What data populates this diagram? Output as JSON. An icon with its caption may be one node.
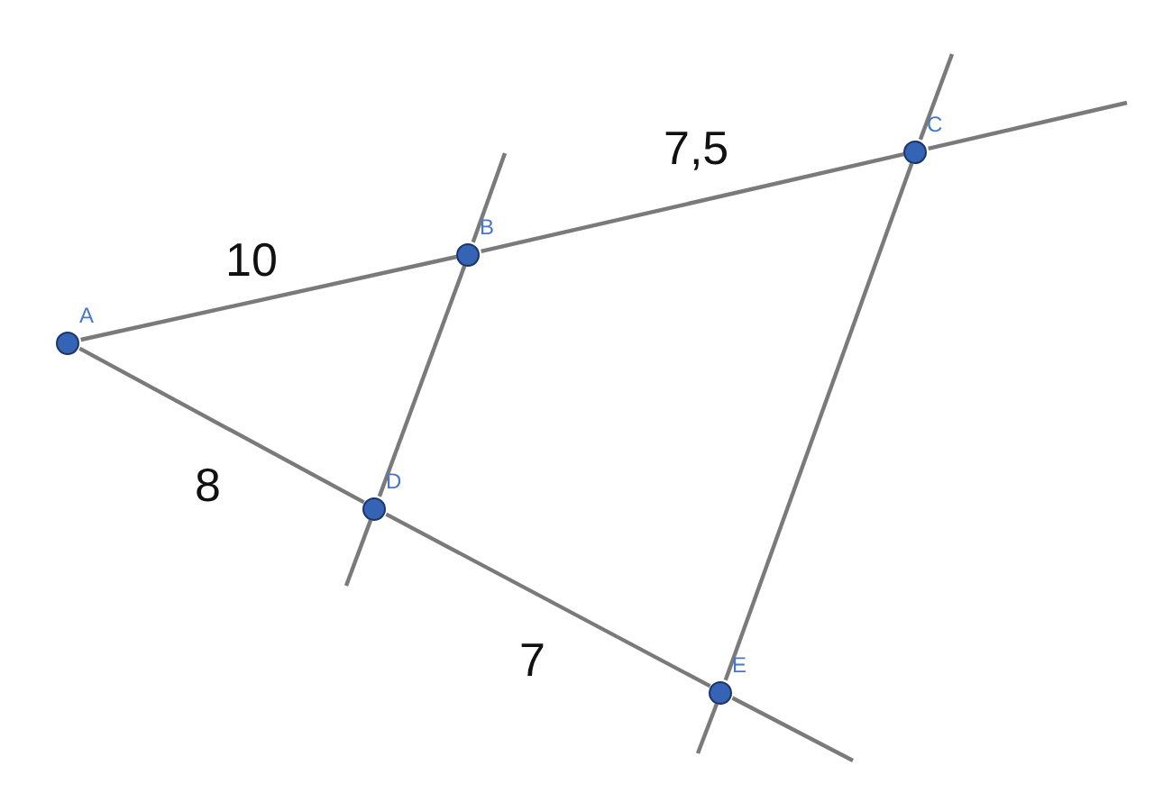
{
  "diagram": {
    "nodes": [
      {
        "text": [
          "A"
        ]
      },
      {
        "text": [
          "B"
        ]
      },
      {
        "text": [
          "C"
        ]
      },
      {
        "text": [
          "D"
        ]
      },
      {
        "text": [
          "E"
        ]
      }
    ],
    "edges": [
      {
        "from": 0,
        "to": 1,
        "arrow": "none",
        "label": "10"
      },
      {
        "from": 1,
        "to": 2,
        "arrow": "none",
        "label": "7,5"
      },
      {
        "from": 0,
        "to": 3,
        "arrow": "none",
        "label": "8"
      },
      {
        "from": 3,
        "to": 4,
        "arrow": "none",
        "label": "7"
      },
      {
        "from": 3,
        "to": 1,
        "arrow": "none"
      },
      {
        "from": 4,
        "to": 2,
        "arrow": "none"
      }
    ]
  }
}
